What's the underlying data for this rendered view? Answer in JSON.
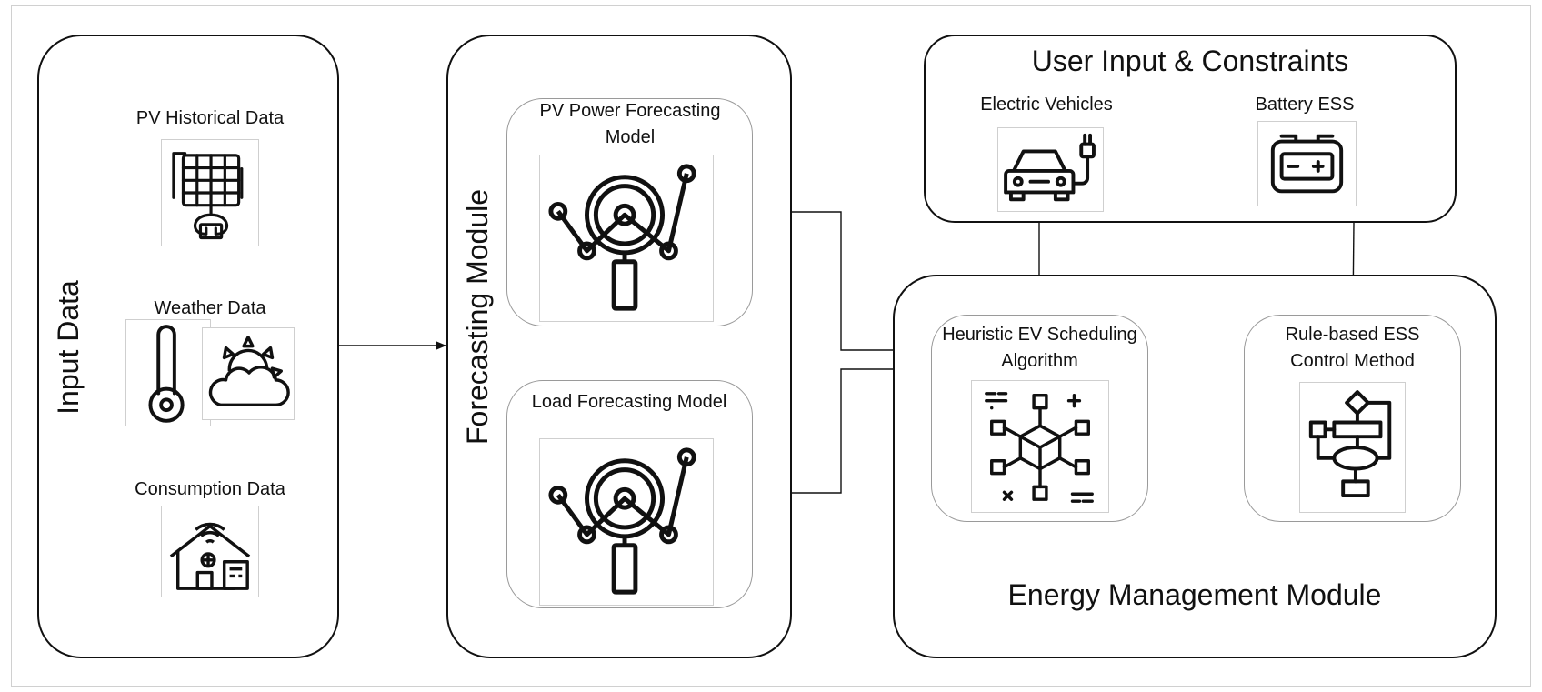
{
  "input_panel": {
    "title": "Input Data",
    "items": [
      {
        "label": "PV Historical Data",
        "icon": "solar-panel-icon"
      },
      {
        "label": "Weather Data",
        "icon": "thermometer-icon"
      },
      {
        "label": "Consumption Data",
        "icon": "smart-home-icon"
      }
    ]
  },
  "forecast_panel": {
    "title": "Forecasting Module",
    "models": [
      {
        "label": "PV Power Forecasting Model",
        "icon": "analytics-magnifier-icon"
      },
      {
        "label": "Load Forecasting Model",
        "icon": "analytics-magnifier-icon"
      }
    ]
  },
  "user_panel": {
    "title": "User Input & Constraints",
    "items": [
      {
        "label": "Electric Vehicles",
        "icon": "electric-car-icon"
      },
      {
        "label": "Battery ESS",
        "icon": "battery-icon"
      }
    ]
  },
  "ems_panel": {
    "title": "Energy Management Module",
    "blocks": [
      {
        "label": "Heuristic EV Scheduling Algorithm",
        "icon": "cube-network-icon"
      },
      {
        "label": "Rule-based ESS Control Method",
        "icon": "flowchart-icon"
      }
    ]
  },
  "colors": {
    "stroke": "#111111",
    "sub_border": "#9a9a9a",
    "background": "#ffffff"
  }
}
